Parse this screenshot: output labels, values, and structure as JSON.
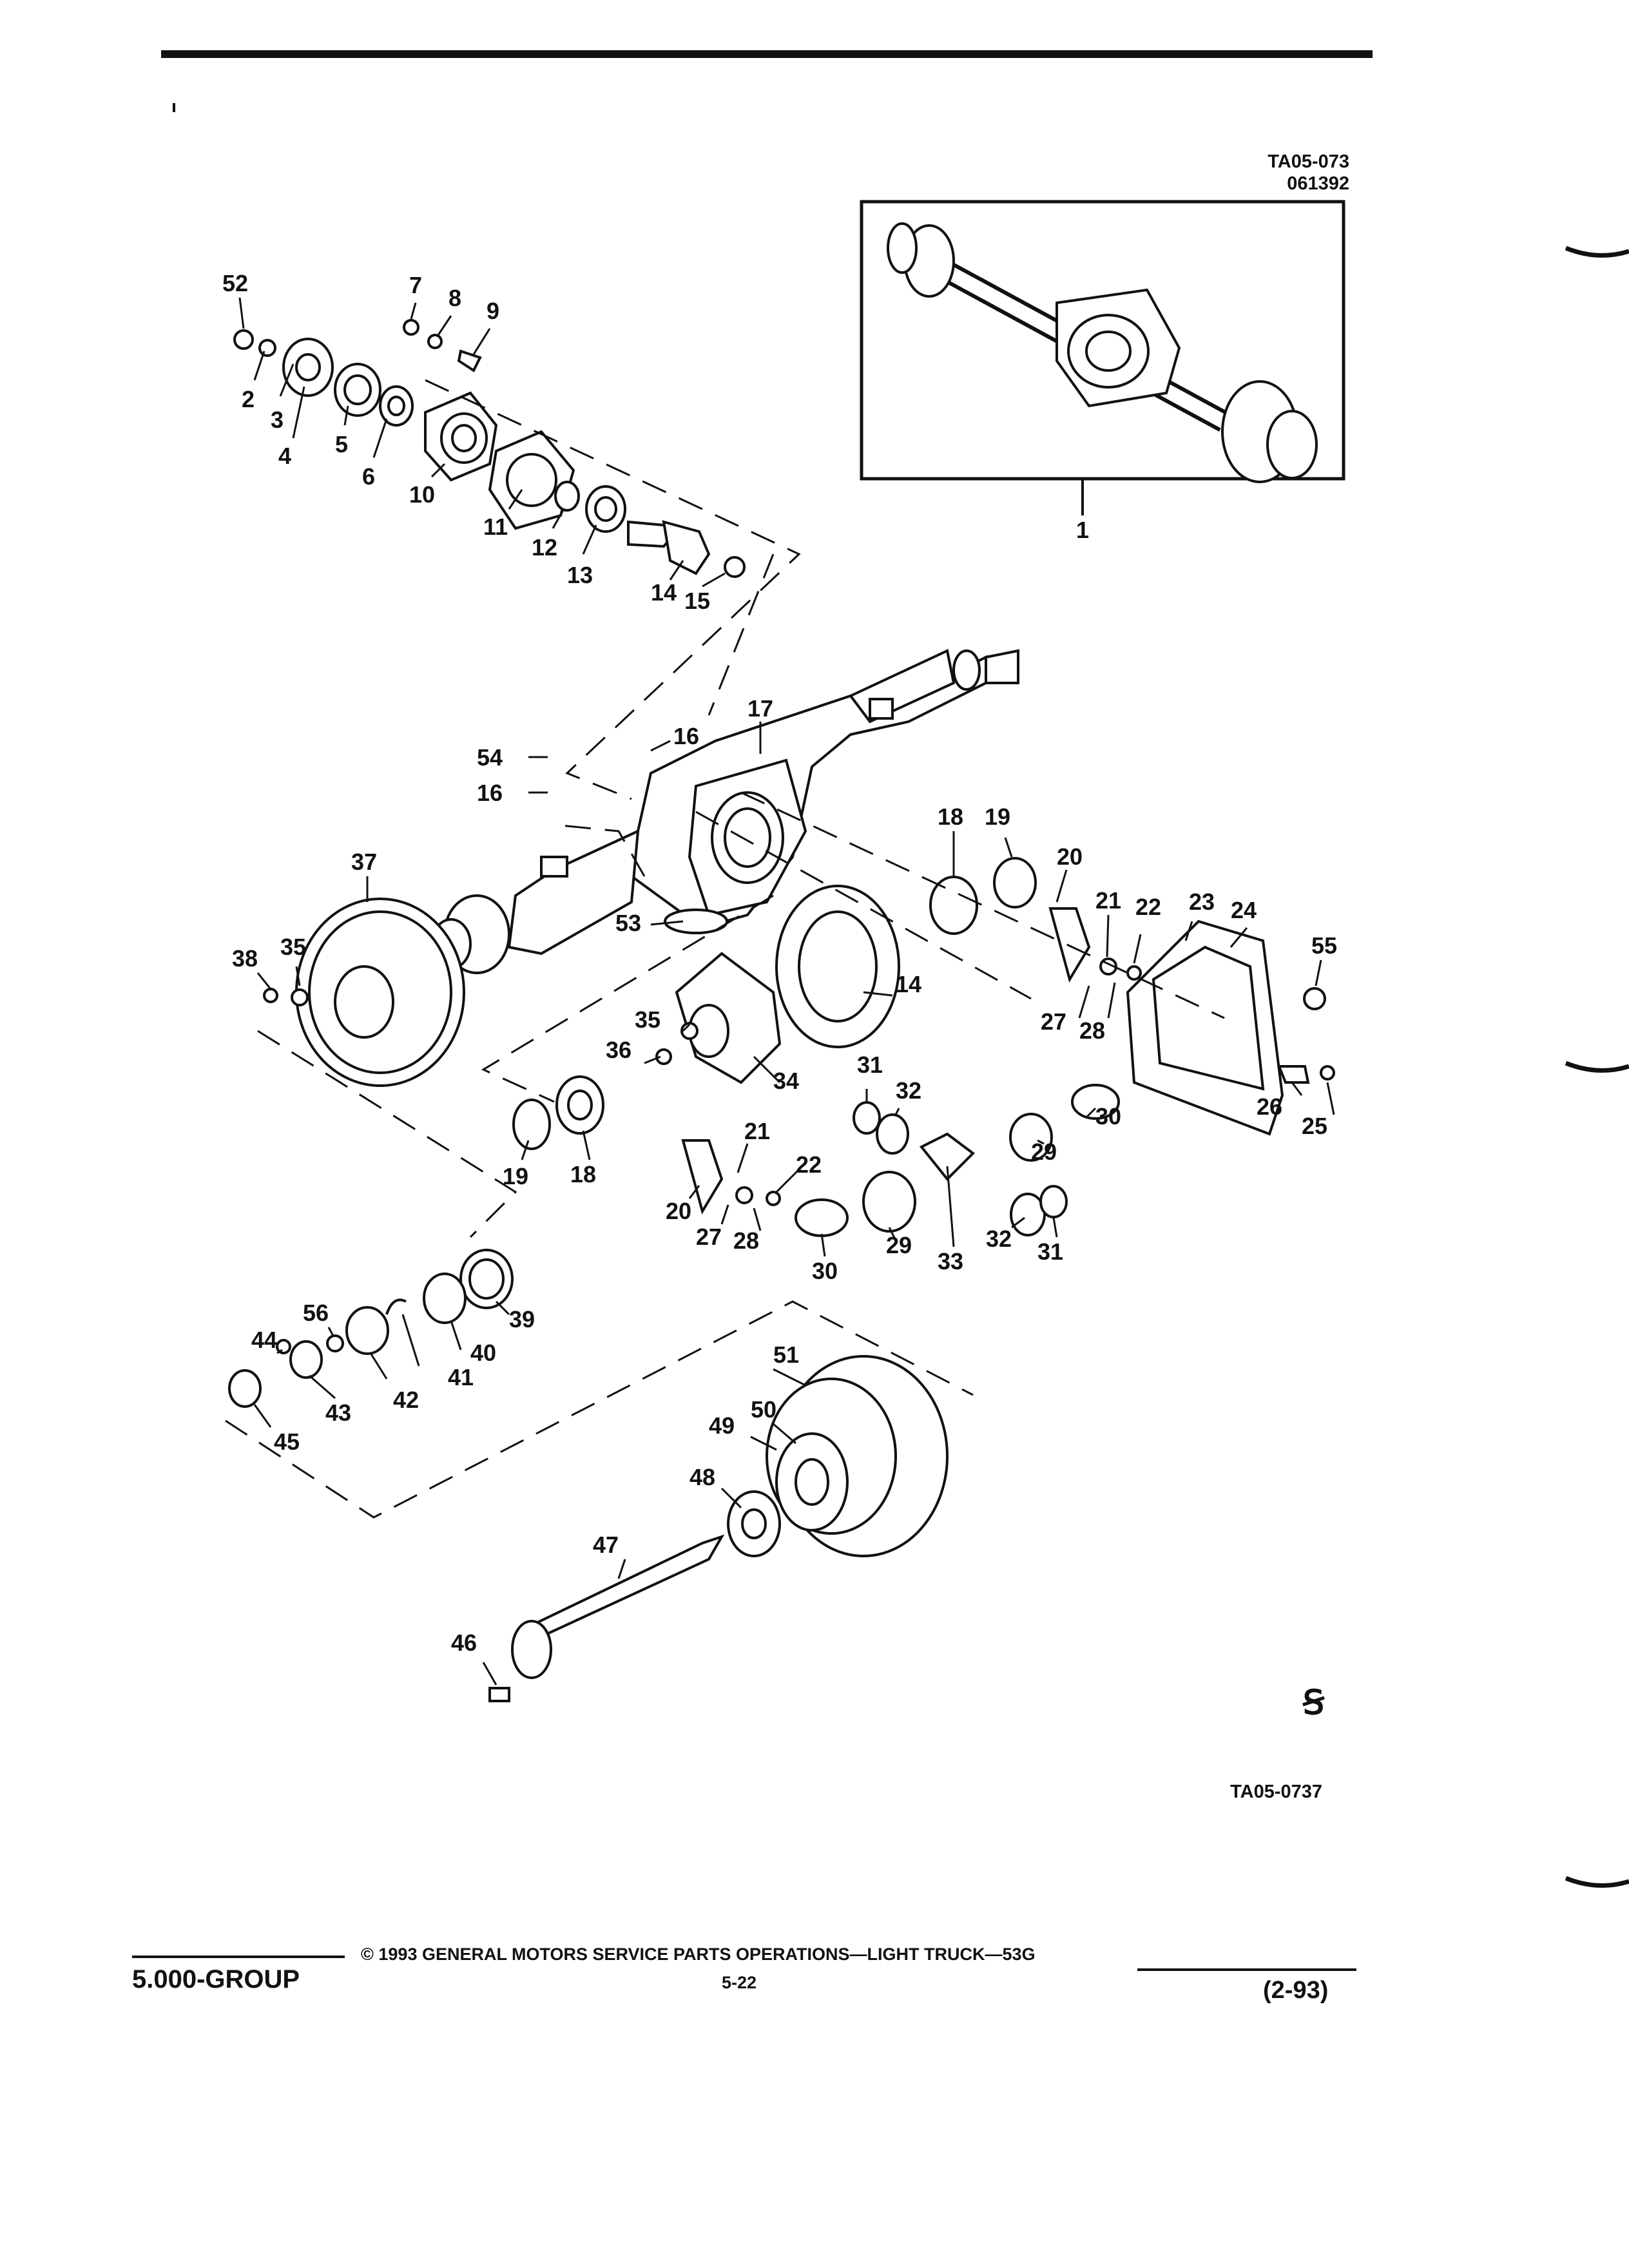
{
  "drawing": {
    "ref_top_line1": "TA05-073",
    "ref_top_line2": "061392",
    "ref_bottom": "TA05-0737",
    "logo_text": "Ꞩ"
  },
  "footer": {
    "group": "5.000-GROUP",
    "copyright": "© 1993 GENERAL MOTORS SERVICE PARTS OPERATIONS—LIGHT TRUCK—53G",
    "page": "5-22",
    "date": "(2-93)"
  },
  "callouts": {
    "c1": "1",
    "c2": "2",
    "c3": "3",
    "c4": "4",
    "c5": "5",
    "c6": "6",
    "c7": "7",
    "c8": "8",
    "c9": "9",
    "c10": "10",
    "c11": "11",
    "c12": "12",
    "c13": "13",
    "c14a": "14",
    "c14b": "14",
    "c15": "15",
    "c16a": "16",
    "c16b": "16",
    "c17": "17",
    "c18a": "18",
    "c18b": "18",
    "c19a": "19",
    "c19b": "19",
    "c20a": "20",
    "c20b": "20",
    "c21a": "21",
    "c21b": "21",
    "c22a": "22",
    "c22b": "22",
    "c23": "23",
    "c24": "24",
    "c25": "25",
    "c26": "26",
    "c27a": "27",
    "c27b": "27",
    "c28a": "28",
    "c28b": "28",
    "c29a": "29",
    "c29b": "29",
    "c30a": "30",
    "c30b": "30",
    "c31a": "31",
    "c31b": "31",
    "c32a": "32",
    "c32b": "32",
    "c33": "33",
    "c34": "34",
    "c35a": "35",
    "c35b": "35",
    "c36": "36",
    "c37": "37",
    "c38": "38",
    "c39": "39",
    "c40": "40",
    "c41": "41",
    "c42": "42",
    "c43": "43",
    "c44": "44",
    "c45": "45",
    "c46": "46",
    "c47": "47",
    "c48": "48",
    "c49": "49",
    "c50": "50",
    "c51": "51",
    "c52": "52",
    "c53": "53",
    "c54": "54",
    "c55": "55",
    "c56": "56"
  }
}
